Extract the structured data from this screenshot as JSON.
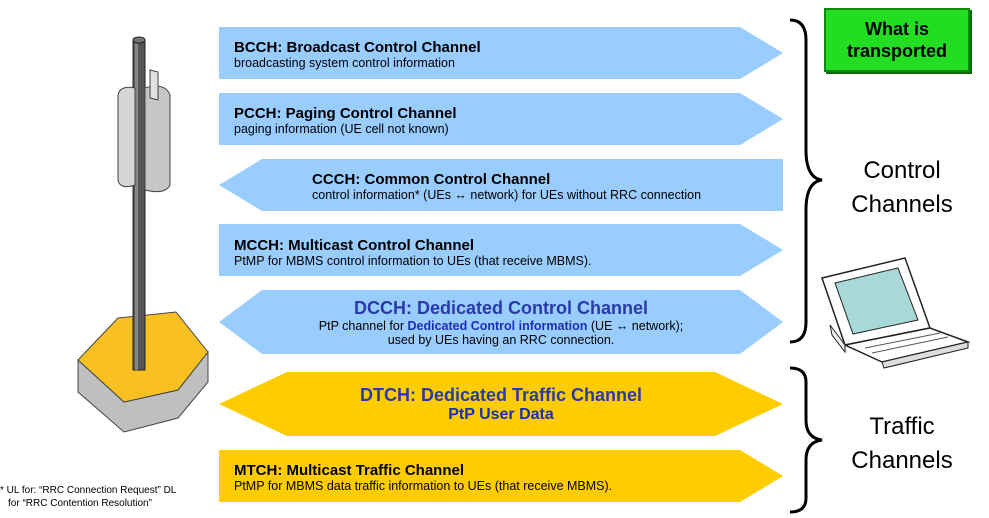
{
  "channels": [
    {
      "id": "bcch",
      "title": "BCCH: Broadcast Control Channel",
      "desc": "broadcasting system control information"
    },
    {
      "id": "pcch",
      "title": "PCCH: Paging Control Channel",
      "desc": "paging information (UE cell not known)"
    },
    {
      "id": "ccch",
      "title": "CCCH: Common Control Channel",
      "desc": "control information* (UEs ↔ network) for UEs without RRC connection"
    },
    {
      "id": "mcch",
      "title": "MCCH: Multicast Control Channel",
      "desc": "PtMP for MBMS control information to UEs (that receive MBMS)."
    },
    {
      "id": "dcch",
      "title": "DCCH: Dedicated Control Channel",
      "desc_pre": "PtP channel for ",
      "desc_em": "Dedicated Control information",
      "desc_post": " (UE ↔ network);",
      "desc_line2": "used by UEs having an RRC connection."
    },
    {
      "id": "dtch",
      "title": "DTCH: Dedicated Traffic Channel",
      "sub": "PtP User Data"
    },
    {
      "id": "mtch",
      "title": "MTCH: Multicast Traffic Channel",
      "desc": "PtMP for MBMS data traffic information to UEs (that receive MBMS)."
    }
  ],
  "what_box": {
    "line1": "What is",
    "line2": "transported"
  },
  "groups": {
    "control": {
      "line1": "Control",
      "line2": "Channels"
    },
    "traffic": {
      "line1": "Traffic",
      "line2": "Channels"
    }
  },
  "footnote": {
    "line1": "* UL for: “RRC Connection Request” DL",
    "line2": "for “RRC Contention Resolution”"
  },
  "colors": {
    "control_arrow": "#99ccff",
    "traffic_arrow": "#ffcc00",
    "what_box": "#22dd22",
    "title_blue": "#2a3aa8"
  }
}
